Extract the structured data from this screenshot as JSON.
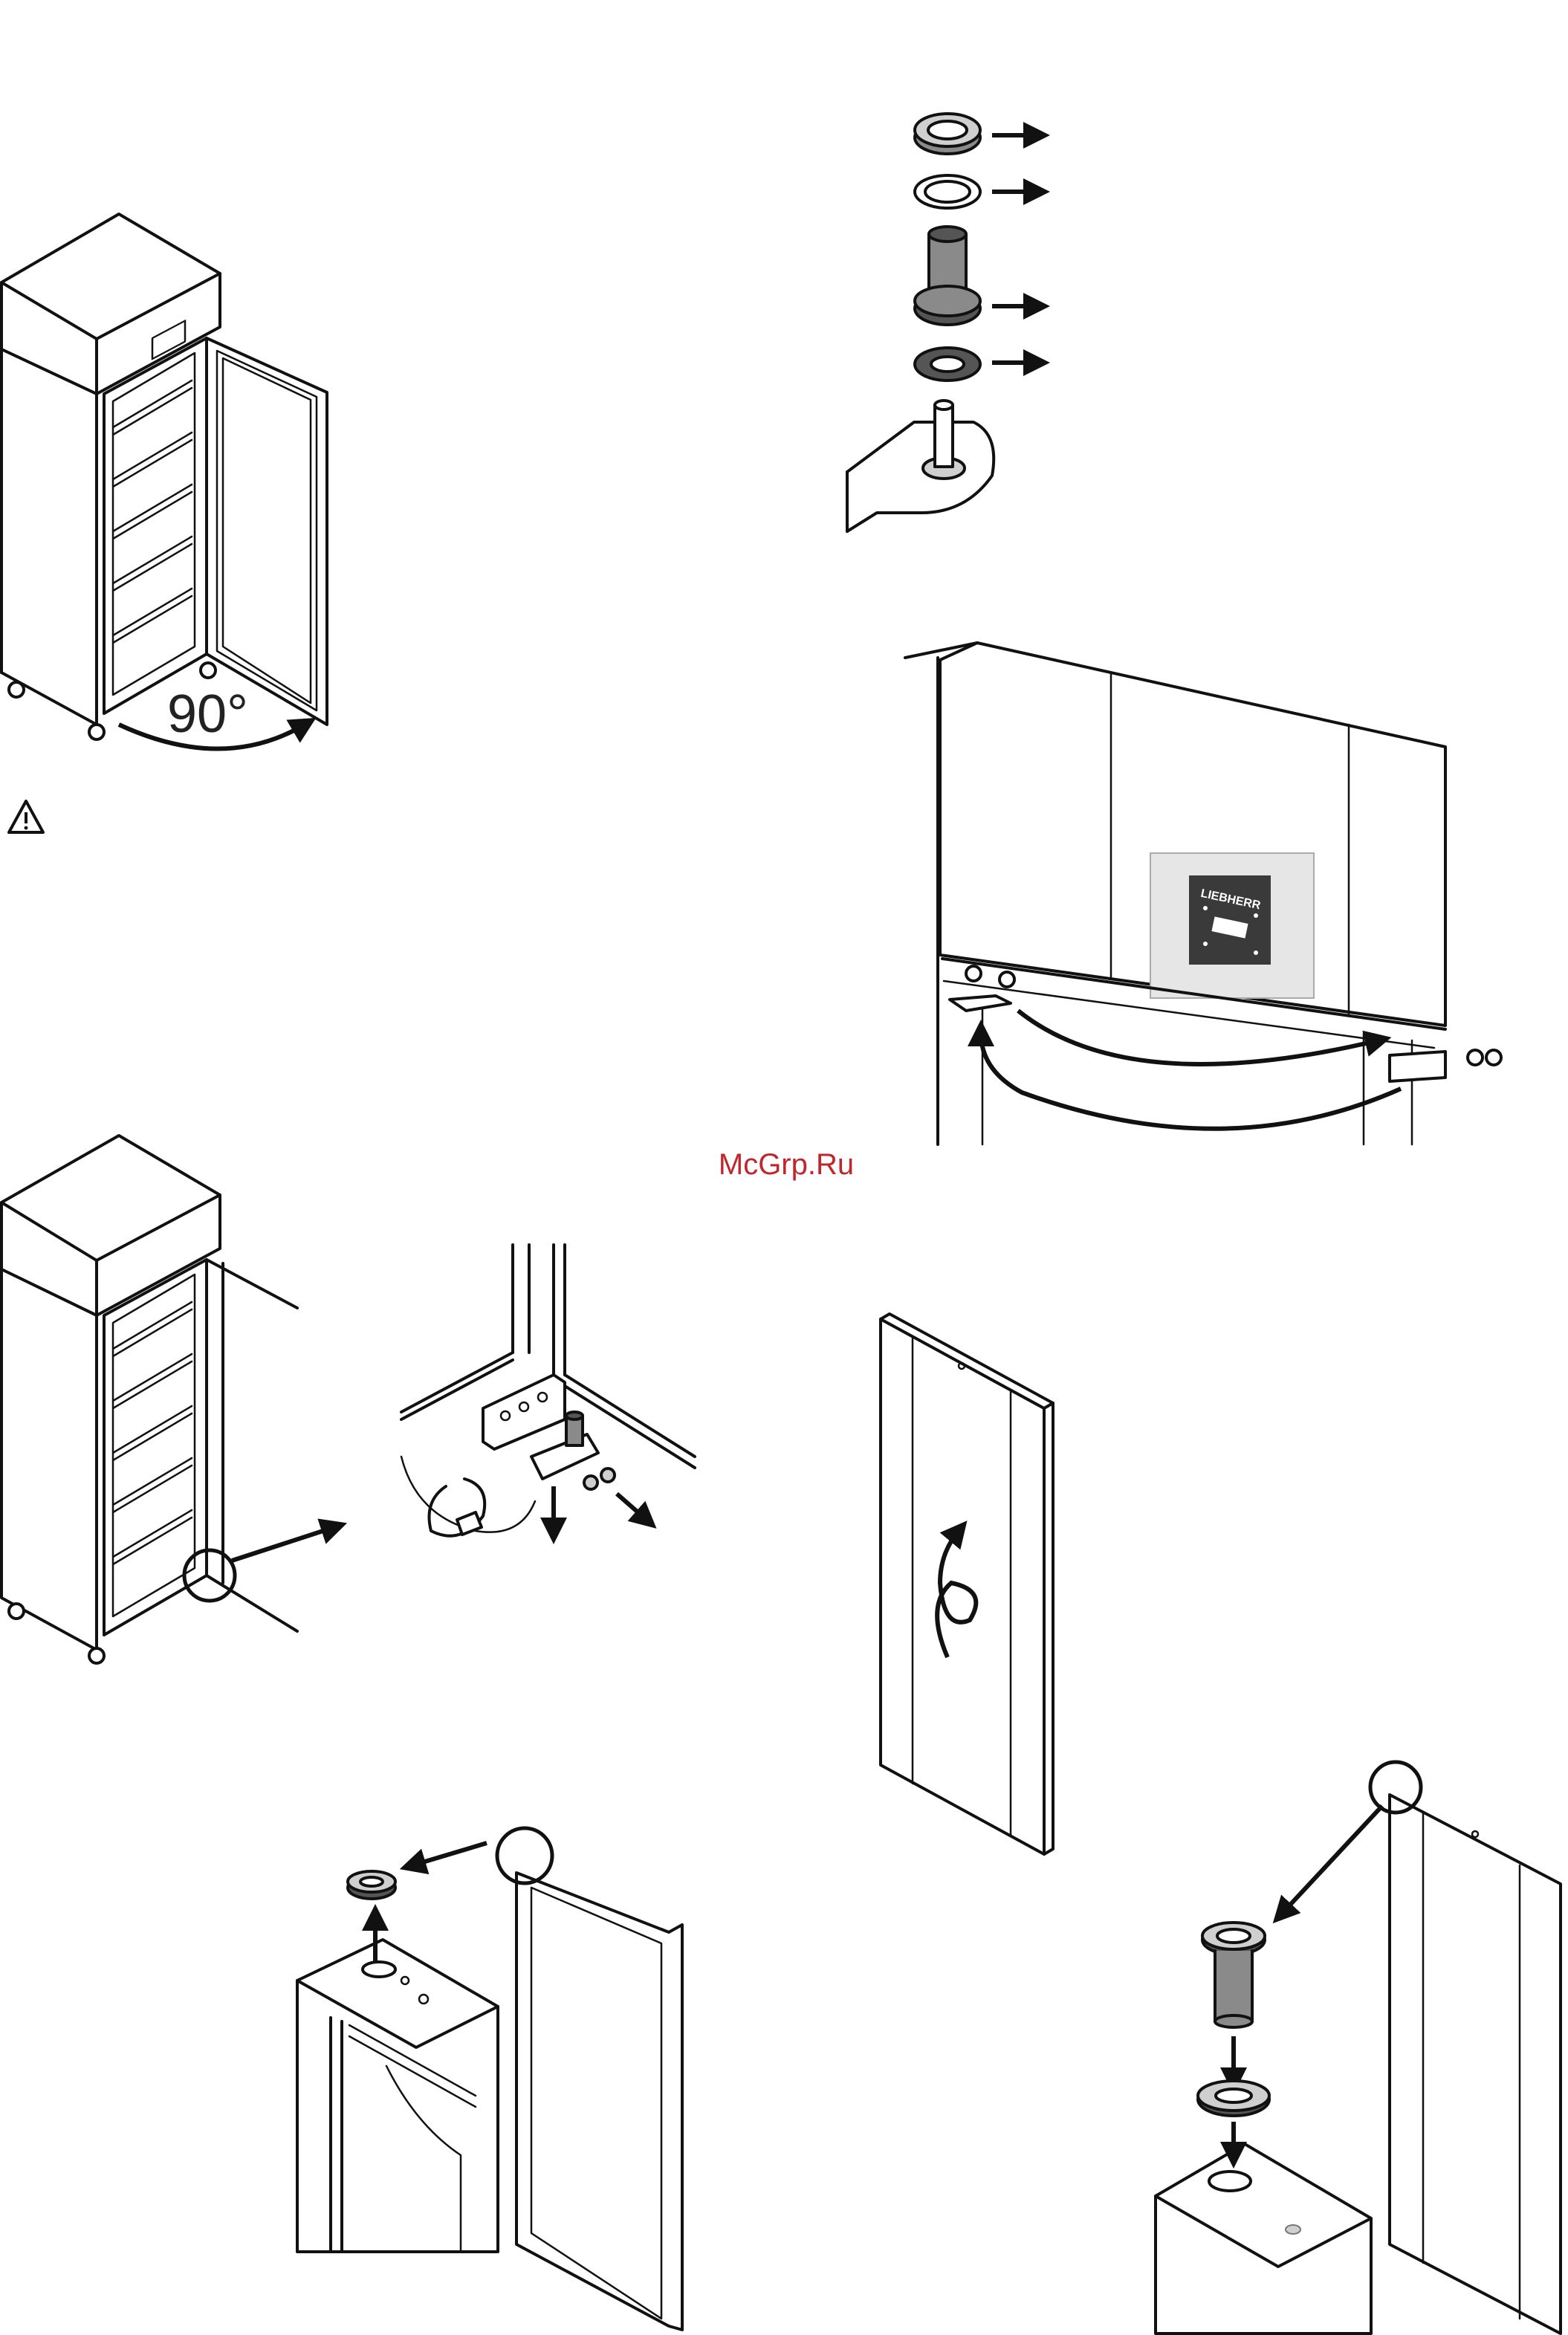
{
  "figures": {
    "door_opening": {
      "angle_label": "90°"
    },
    "warning": {
      "icon": "warning-triangle-icon"
    },
    "watermark": {
      "text": "McGrp.Ru",
      "color": "#c0272d"
    },
    "control_panel": {
      "brand_logo": "LIEBHERR"
    }
  },
  "colors": {
    "line": "#111111",
    "part_grey": "#8a8a8a",
    "panel_dark": "#3a3a3a",
    "panel_bg": "#e6e6e6"
  }
}
